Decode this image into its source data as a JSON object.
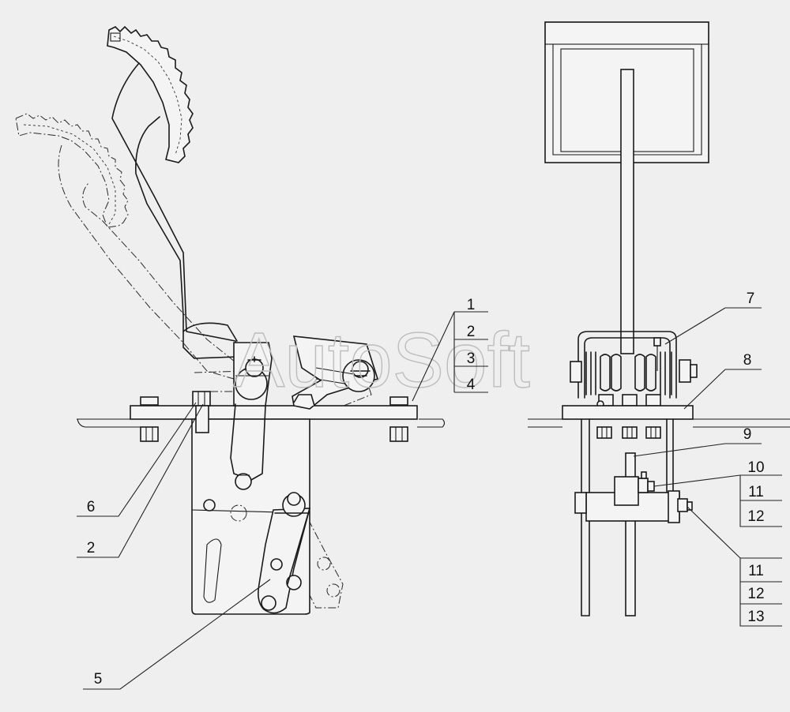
{
  "watermark": "AutoSoft",
  "callouts": {
    "c1": "1",
    "c2": "2",
    "c3": "3",
    "c4": "4",
    "c5": "5",
    "c6": "6",
    "c2b": "2",
    "c7": "7",
    "c8": "8",
    "c9": "9",
    "c10": "10",
    "c11": "11",
    "c12": "12",
    "c11b": "11",
    "c12b": "12",
    "c13": "13"
  },
  "colors": {
    "background": "#efefef",
    "line": "#1a1a1a",
    "watermark": "#bdbdbd"
  }
}
